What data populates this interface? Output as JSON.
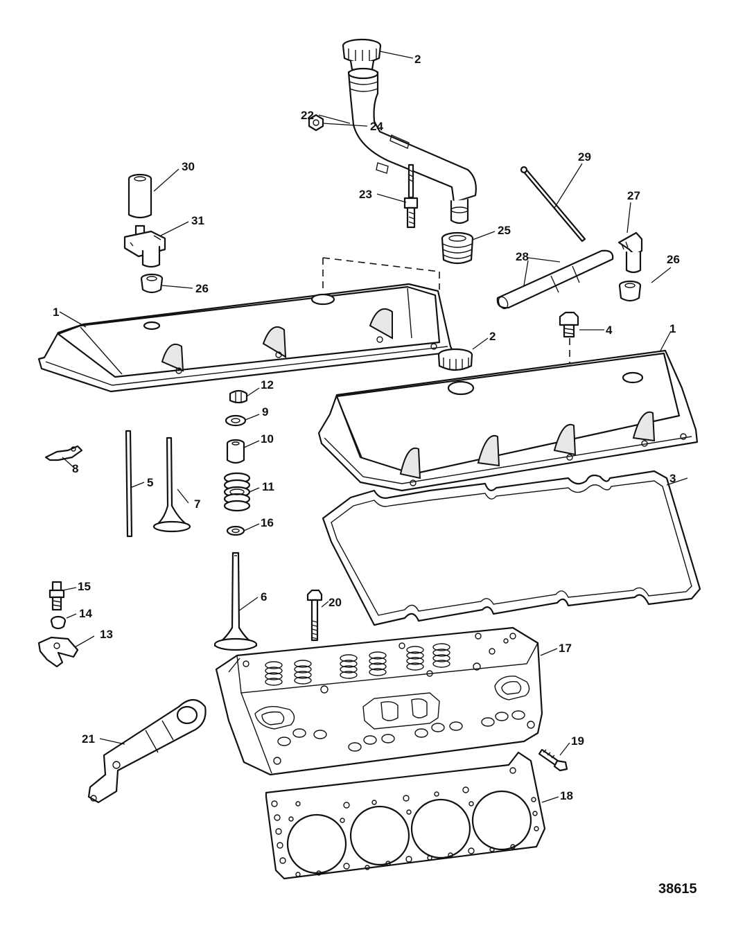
{
  "figure": {
    "number": "38615"
  },
  "callouts": {
    "c2_top": "2",
    "c22": "22",
    "c24": "24",
    "c30": "30",
    "c29": "29",
    "c23": "23",
    "c31": "31",
    "c27": "27",
    "c25": "25",
    "c28": "28",
    "c26_left": "26",
    "c26_right": "26",
    "c1_left": "1",
    "c4": "4",
    "c2_right": "2",
    "c1_right": "1",
    "c12": "12",
    "c9": "9",
    "c10": "10",
    "c8": "8",
    "c11": "11",
    "c5": "5",
    "c7": "7",
    "c3": "3",
    "c16": "16",
    "c15": "15",
    "c6": "6",
    "c20": "20",
    "c14": "14",
    "c13": "13",
    "c17": "17",
    "c21": "21",
    "c19": "19",
    "c18": "18"
  }
}
